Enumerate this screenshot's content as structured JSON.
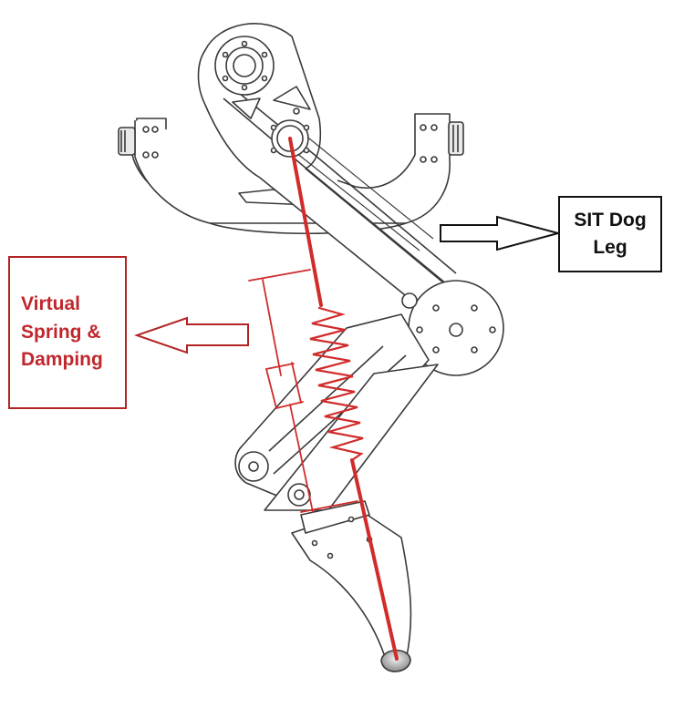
{
  "labels": {
    "virtual_line1": "Virtual",
    "virtual_line2": "Spring &",
    "virtual_line3": "Damping",
    "sit_line1": "SIT Dog",
    "sit_line2": "Leg"
  },
  "colors": {
    "accent_red": "#c0272d",
    "spring_red": "#d12b2b",
    "outline": "#111111",
    "line": "#3a3a3a"
  }
}
